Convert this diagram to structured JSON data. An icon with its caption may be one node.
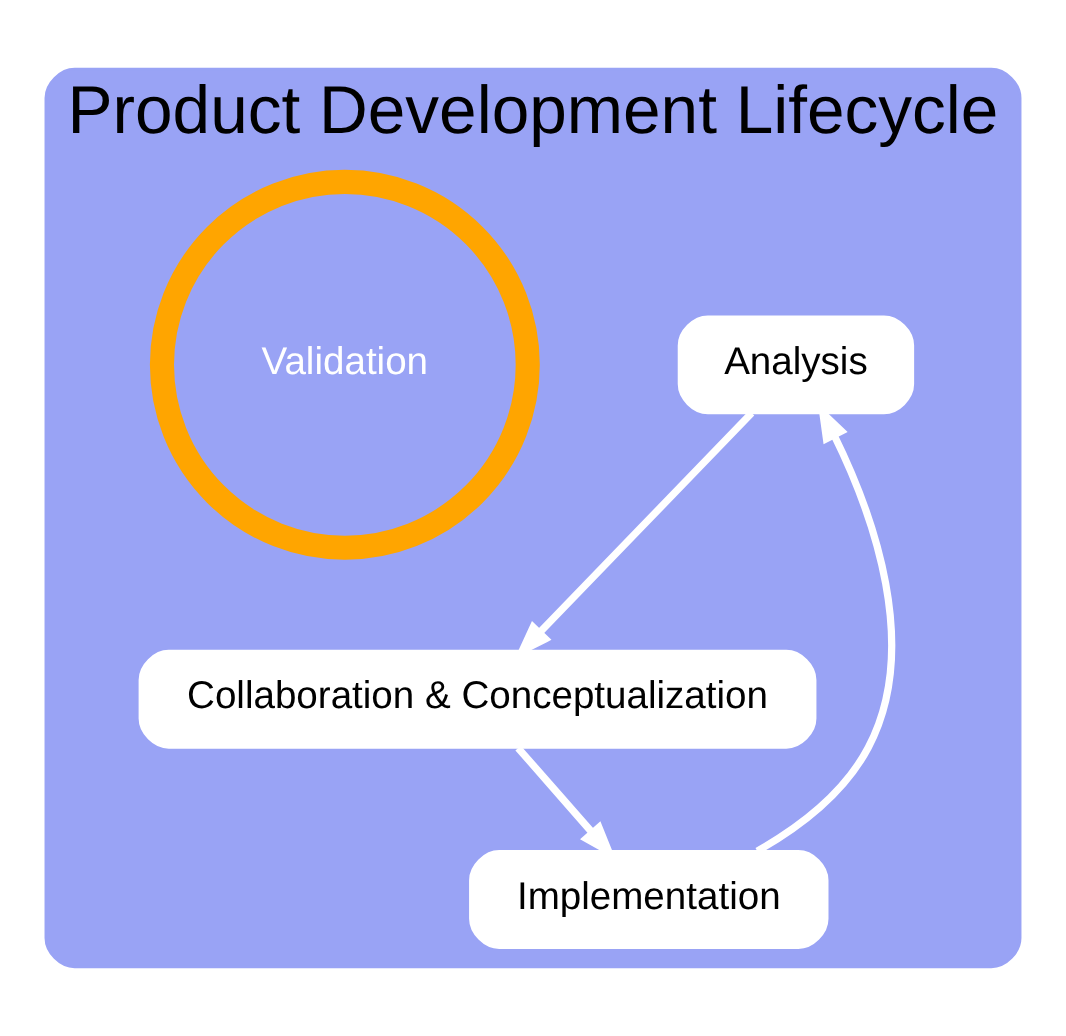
{
  "diagram": {
    "nodes": [
      {
        "text": [
          "Product Development Lifecycle"
        ]
      },
      {
        "text": [
          "Analysis"
        ],
        "in": 0
      },
      {
        "text": [
          "Collaboration & Conceptualization"
        ],
        "in": 0
      },
      {
        "text": [
          "Implementation"
        ],
        "in": 0
      },
      {
        "text": [
          "Validation"
        ],
        "in": 0
      }
    ],
    "edges": [
      {
        "from": 1,
        "to": 2,
        "arrow": "to"
      },
      {
        "from": 2,
        "to": 3,
        "arrow": "to"
      },
      {
        "from": 3,
        "to": 1,
        "arrow": "to"
      }
    ]
  }
}
